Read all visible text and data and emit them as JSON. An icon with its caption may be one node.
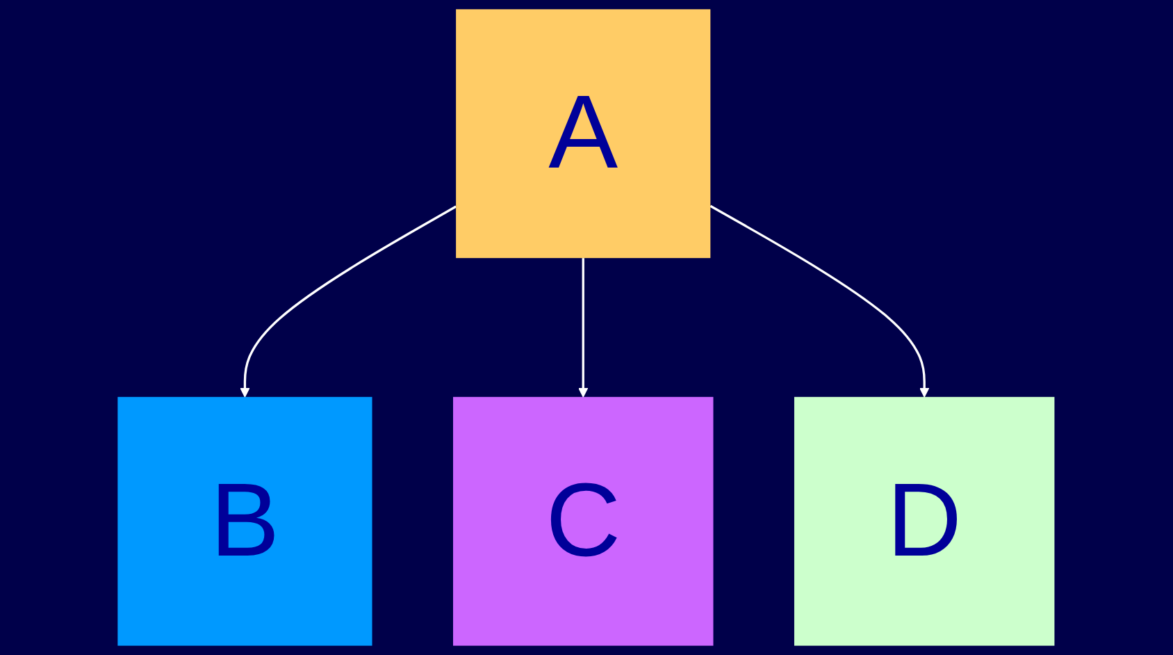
{
  "diagram": {
    "nodes": [
      {
        "text": [
          "A"
        ]
      },
      {
        "text": [
          "B"
        ]
      },
      {
        "text": [
          "C"
        ]
      },
      {
        "text": [
          "D"
        ]
      }
    ],
    "edges": [
      {
        "from": 0,
        "to": 1,
        "arrow": "to"
      },
      {
        "from": 0,
        "to": 2,
        "arrow": "to"
      },
      {
        "from": 0,
        "to": 3,
        "arrow": "to"
      }
    ]
  }
}
